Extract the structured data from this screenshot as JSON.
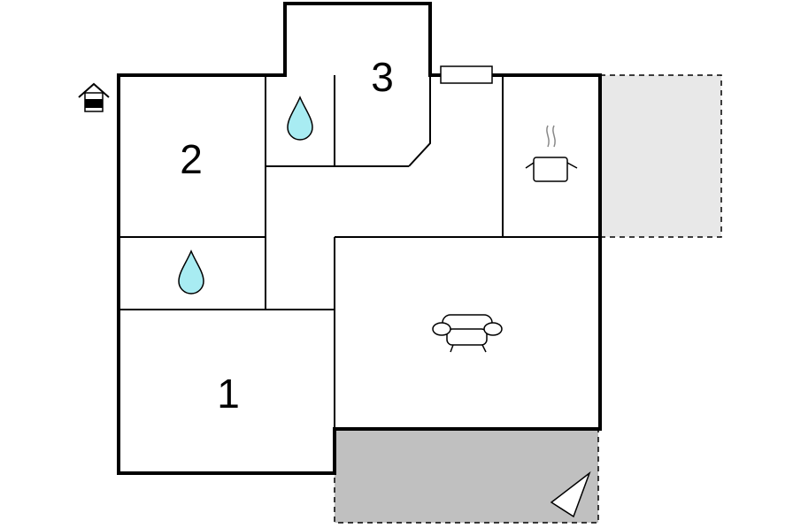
{
  "rooms": [
    {
      "id": "bedroom-1",
      "label": "1"
    },
    {
      "id": "bedroom-2",
      "label": "2"
    },
    {
      "id": "bedroom-3",
      "label": "3"
    }
  ],
  "icons": {
    "entrance": "house-entrance-icon",
    "bathroom": "water-drop-icon",
    "kitchen": "cooking-pot-icon",
    "living": "armchair-icon",
    "terrace": "sun-triangle-icon"
  },
  "colors": {
    "wall": "#000000",
    "water": "#a8ecf2",
    "terrace_covered": "#c0c0c0",
    "terrace_open": "#e8e8e8"
  }
}
